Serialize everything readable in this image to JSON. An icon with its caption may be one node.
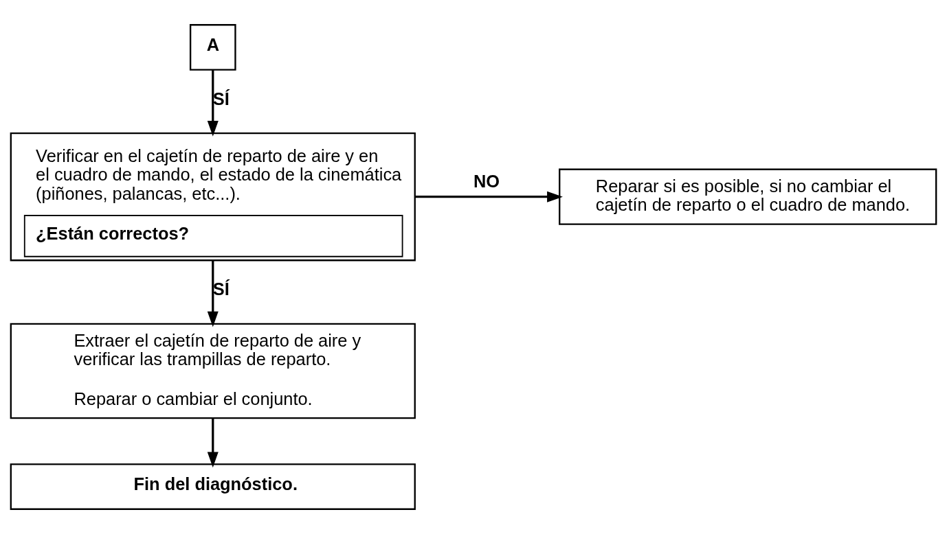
{
  "diagram": {
    "nodes": [
      {
        "text": [
          "A"
        ]
      },
      {
        "text": [
          "Verificar en el cajetín de reparto de aire y en el cuadro de mando, el estado de la cinemática (piñones, palancas, etc...).",
          "¿Están correctos?"
        ]
      },
      {
        "text": [
          "Reparar si es posible, si no cambiar el cajetín de reparto o el cuadro de mando."
        ]
      },
      {
        "text": [
          "Extraer el cajetín de reparto de aire y verificar las trampillas de reparto.",
          "Reparar o cambiar el conjunto."
        ]
      },
      {
        "text": [
          "Fin del diagnóstico."
        ]
      }
    ],
    "edges": [
      {
        "from": 0,
        "to": 1,
        "arrow": "to",
        "label": "SÍ"
      },
      {
        "from": 1,
        "to": 2,
        "arrow": "to",
        "label": "NO"
      },
      {
        "from": 1,
        "to": 3,
        "arrow": "to",
        "label": "SÍ"
      },
      {
        "from": 3,
        "to": 4,
        "arrow": "to"
      }
    ]
  }
}
